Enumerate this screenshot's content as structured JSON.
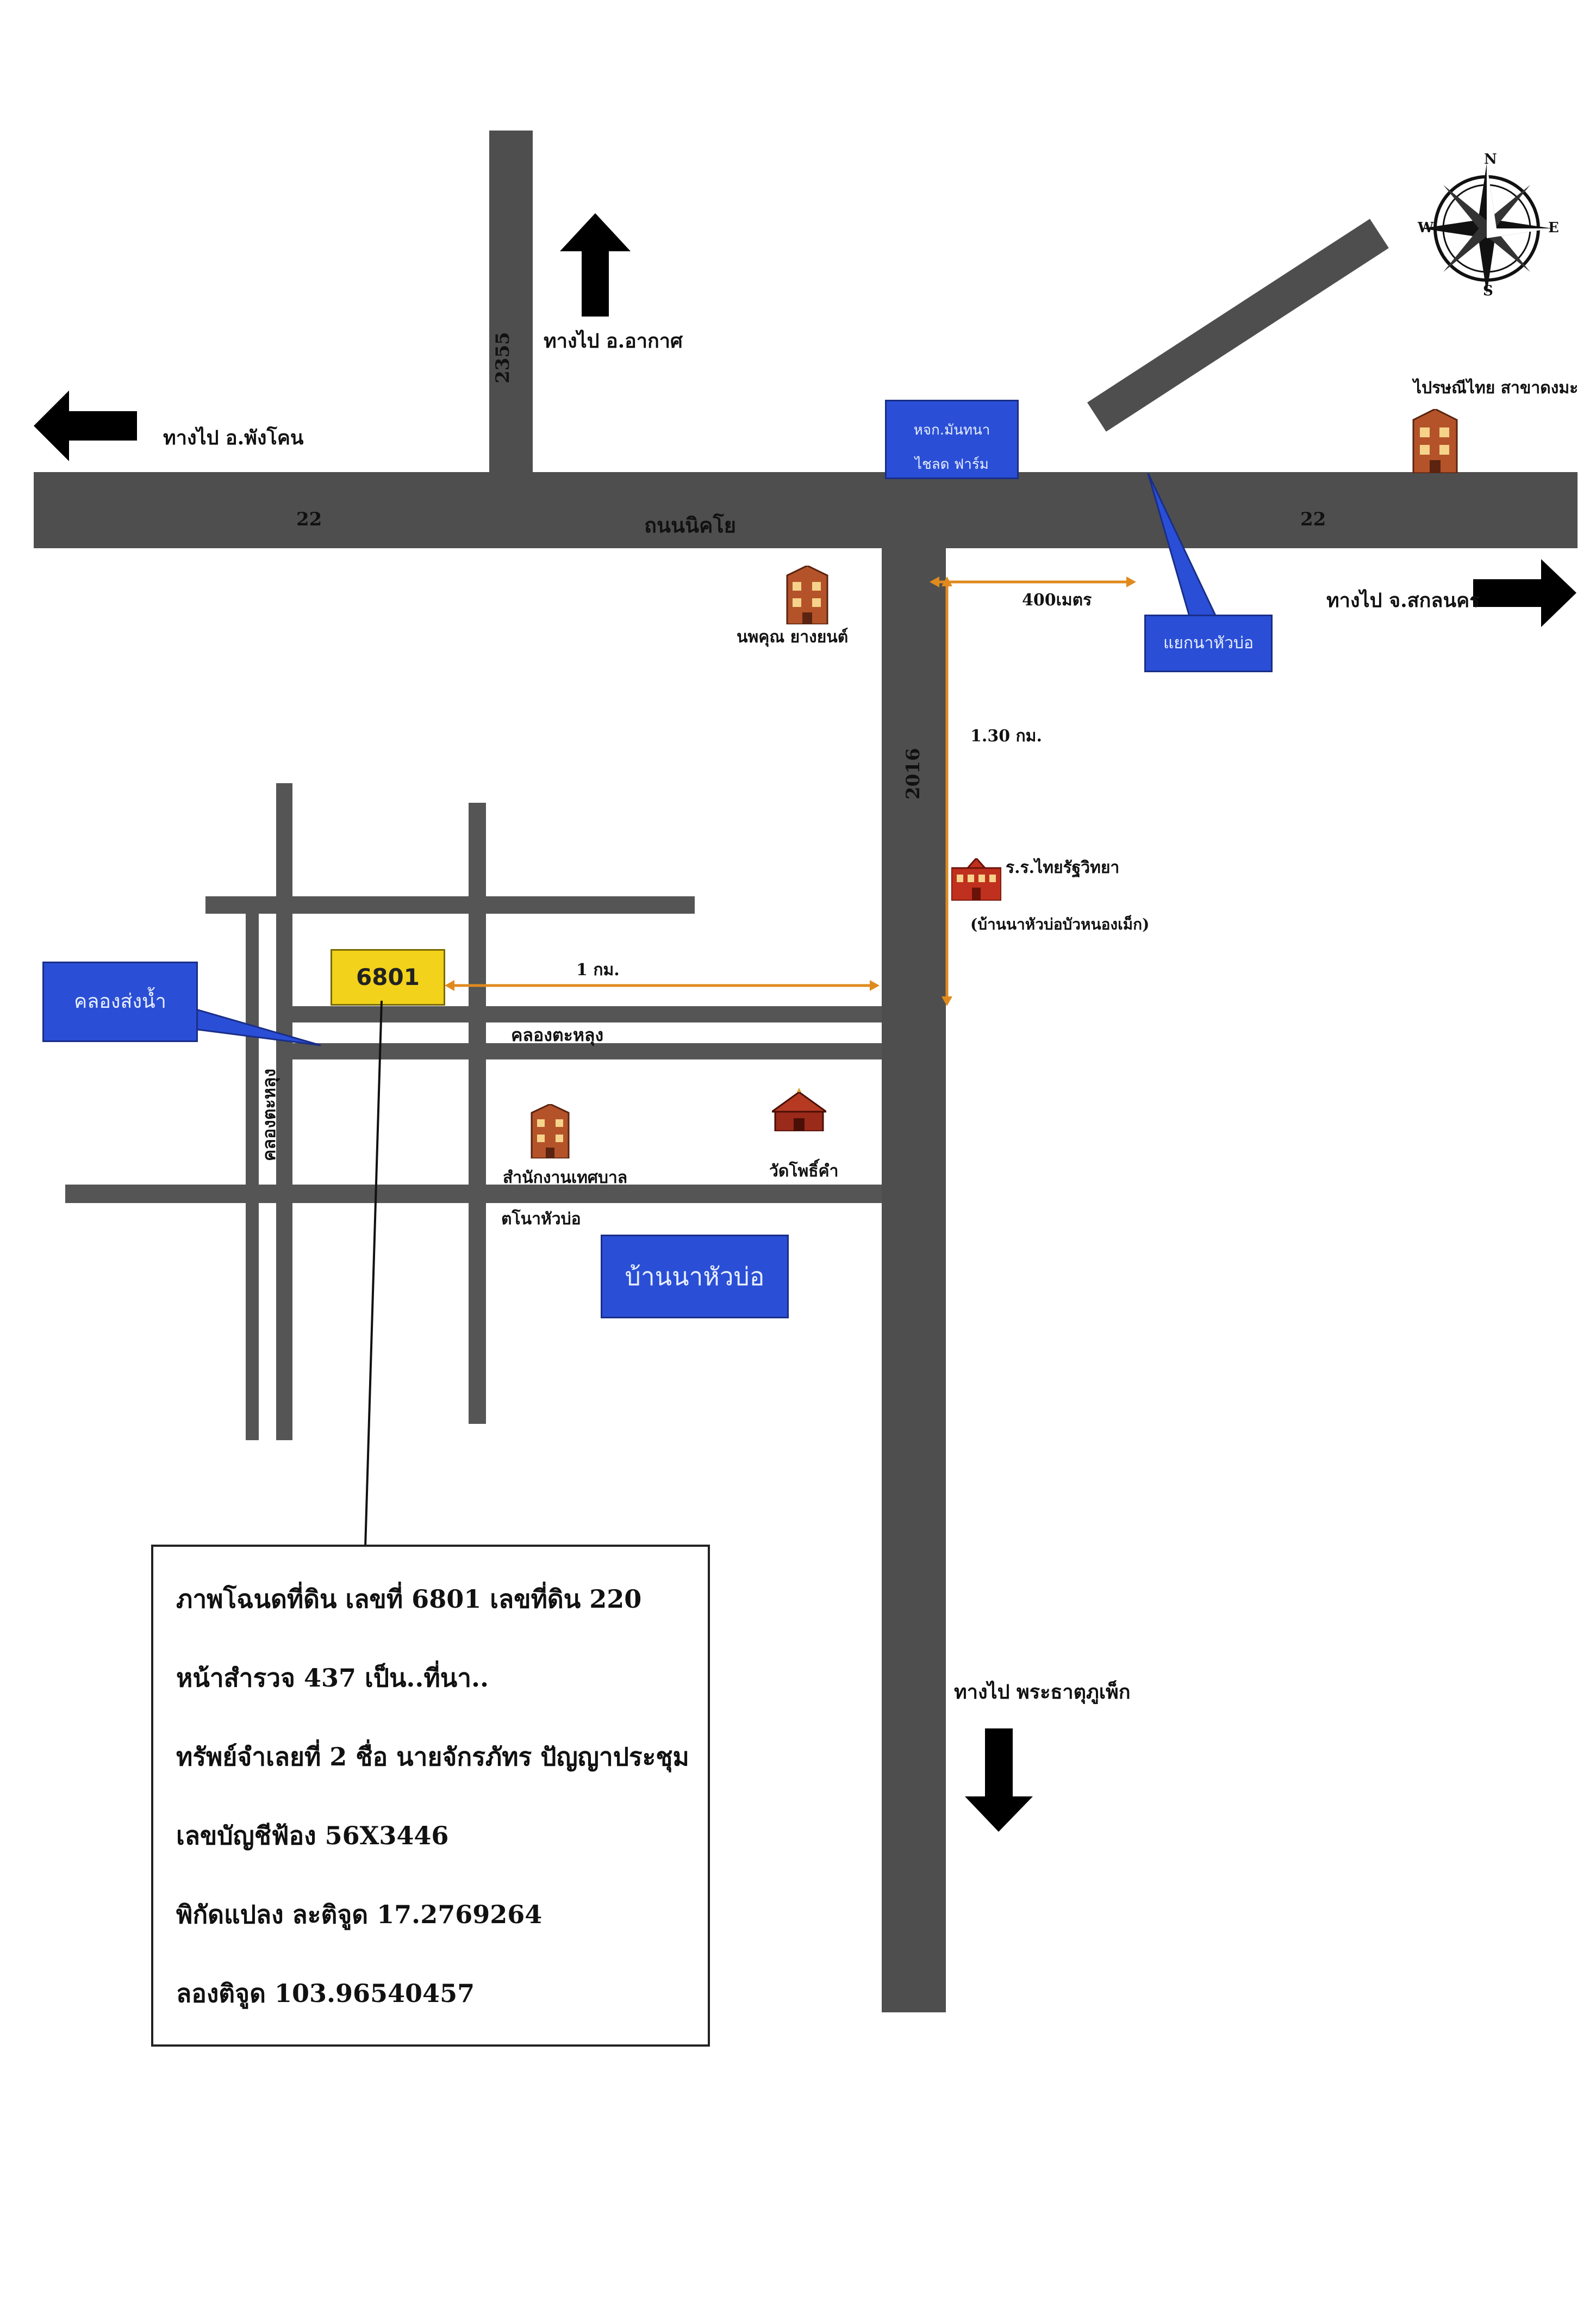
{
  "roads": {
    "main_road_name": "ถนนนิคโย",
    "route_22_left": "22",
    "route_22_right": "22",
    "route_2355": "2355",
    "route_2016": "2016"
  },
  "directions": {
    "to_akat": "ทางไป อ.อากาศ",
    "to_phang_khon": "ทางไป อ.พังโคน",
    "to_sakon_nakhon": "ทางไป จ.สกลนคร",
    "to_phra_that": "ทางไป พระธาตุภูเพ็ก"
  },
  "places": {
    "mantana_line1": "หจก.มันทนา",
    "mantana_line2": "ไชลด ฟาร์ม",
    "post_office": "ไปรษณีไทย สาขาดงมะ",
    "napho_junction": "แยกนาหัวบ่อ",
    "noppakhun": "นพคุณ ยางยนต์",
    "school": "ร.ร.ไทยรัฐวิทยา",
    "school_sub": "(บ้านนาหัวบ่อบัวหนองเม็ก)",
    "canal_songnam": "คลองส่งน้ำ",
    "canal_tahlung_h": "คลองตะหลุง",
    "canal_tahlung_v": "คลองตะหลุง",
    "municipal_line1": "สำนักงานเทศบาล",
    "municipal_line2": "ตโนาหัวบ่อ",
    "temple": "วัดโพธิ์คำ",
    "village": "บ้านนาหัวบ่อ",
    "plot_number": "6801"
  },
  "distances": {
    "d400": "400เมตร",
    "d130": "1.30 กม.",
    "d1": "1 กม."
  },
  "compass": {
    "n": "N",
    "s": "S",
    "e": "E",
    "w": "W"
  },
  "info_box": {
    "line1": "ภาพโฉนดที่ดิน เลขที่ 6801 เลขที่ดิน 220",
    "line2": "หน้าสำรวจ 437  เป็น..ที่นา..",
    "line3": "ทรัพย์จำเลยที่ 2 ชื่อ  นายจักรภัทร  ปัญญาประชุม",
    "line4": "เลขบัญชีฟ้อง  56X3446",
    "line5": "พิกัดแปลง ละติจูด  17.2769264",
    "line6": "ลองติจูด   103.96540457"
  },
  "colors": {
    "road": "#4e4e4e",
    "blue_label": "#2a4fd6",
    "plot_yellow": "#f2d21b",
    "distance_orange": "#e08a1e"
  }
}
